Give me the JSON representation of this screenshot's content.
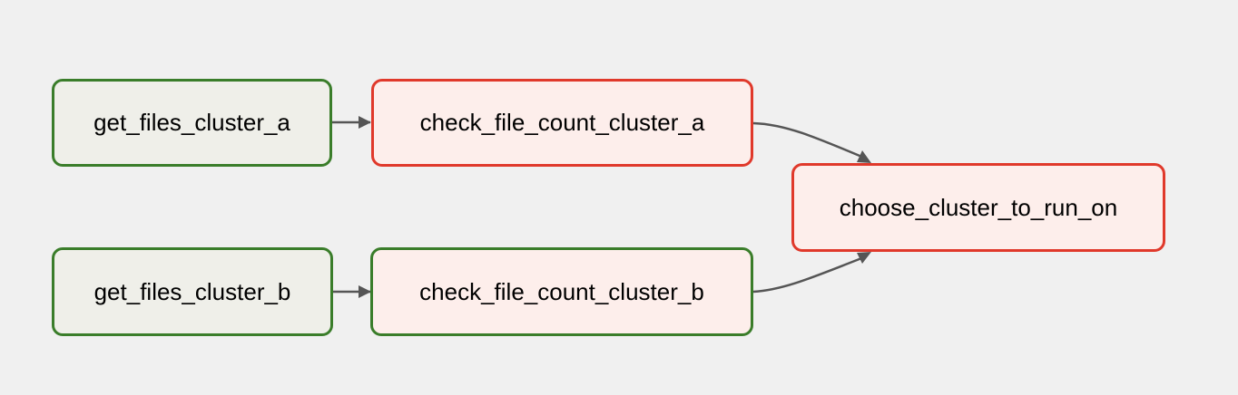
{
  "colors": {
    "background": "#f0f0f0",
    "edge": "#555555",
    "success_border": "#3a7d2a",
    "failed_border": "#e0392b",
    "neutral_fill": "#efefe9",
    "failed_fill": "#fdeeeb"
  },
  "nodes": {
    "get_a": {
      "label": "get_files_cluster_a",
      "status": "success",
      "fill": "neutral"
    },
    "check_a": {
      "label": "check_file_count_cluster_a",
      "status": "failed",
      "fill": "failed"
    },
    "get_b": {
      "label": "get_files_cluster_b",
      "status": "success",
      "fill": "neutral"
    },
    "check_b": {
      "label": "check_file_count_cluster_b",
      "status": "success",
      "fill": "failed"
    },
    "choose": {
      "label": "choose_cluster_to_run_on",
      "status": "failed",
      "fill": "failed"
    }
  },
  "edges": [
    {
      "from": "get_a",
      "to": "check_a"
    },
    {
      "from": "get_b",
      "to": "check_b"
    },
    {
      "from": "check_a",
      "to": "choose"
    },
    {
      "from": "check_b",
      "to": "choose"
    }
  ]
}
